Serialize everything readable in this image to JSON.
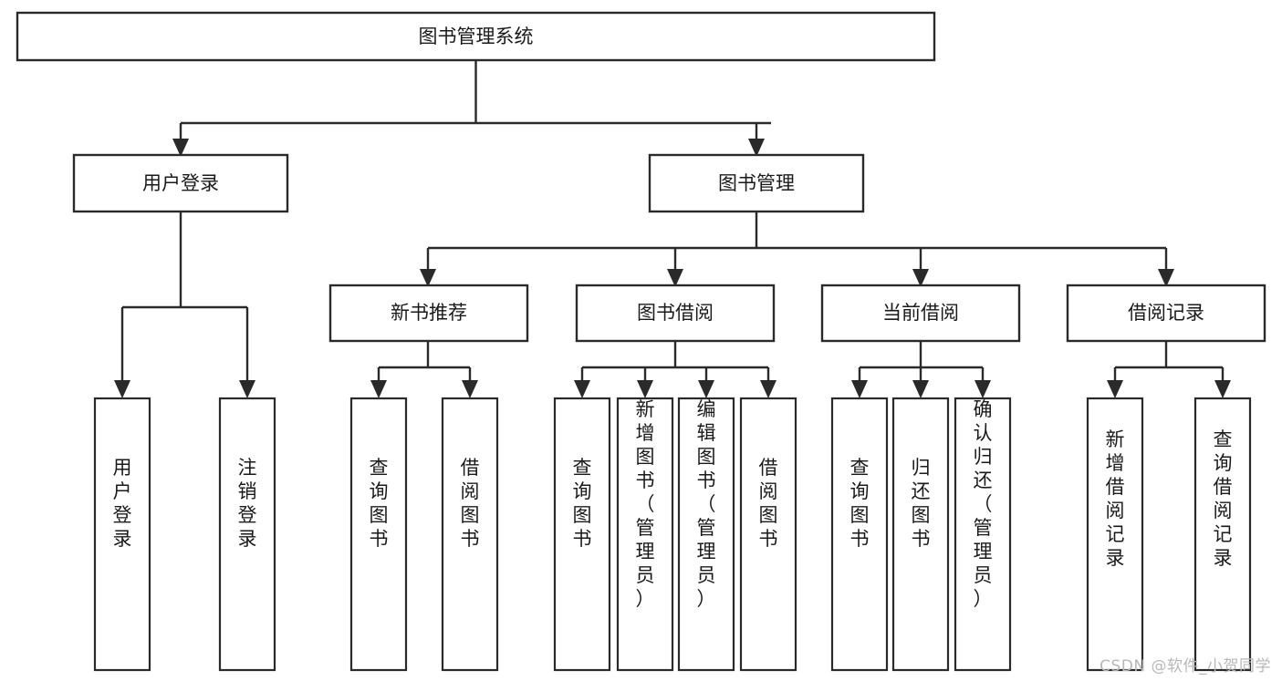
{
  "diagram": {
    "type": "tree",
    "title": "图书管理系统",
    "orientation": "top-down",
    "levels": 4,
    "colors": {
      "box_fill": "#ffffff",
      "box_stroke": "#2a2a2a",
      "text": "#1a1a1a",
      "watermark": "#b8b8b8",
      "background": "#ffffff"
    },
    "root": {
      "label": "图书管理系统"
    },
    "level2": [
      {
        "label": "用户登录"
      },
      {
        "label": "图书管理"
      }
    ],
    "level3": [
      {
        "label": "新书推荐"
      },
      {
        "label": "图书借阅"
      },
      {
        "label": "当前借阅"
      },
      {
        "label": "借阅记录"
      }
    ],
    "leaves": {
      "user_login": [
        {
          "label": "用户登录"
        },
        {
          "label": "注销登录"
        }
      ],
      "new_book_recommend": [
        {
          "label": "查询图书"
        },
        {
          "label": "借阅图书"
        }
      ],
      "book_borrow": [
        {
          "label": "查询图书"
        },
        {
          "label": "新增图书（管理员）"
        },
        {
          "label": "编辑图书（管理员）"
        },
        {
          "label": "借阅图书"
        }
      ],
      "current_borrow": [
        {
          "label": "查询图书"
        },
        {
          "label": "归还图书"
        },
        {
          "label": "确认归还（管理员）"
        }
      ],
      "borrow_record": [
        {
          "label": "新增借阅记录"
        },
        {
          "label": "查询借阅记录"
        }
      ]
    }
  },
  "watermark": {
    "text": "CSDN @软件_小贺同学"
  }
}
